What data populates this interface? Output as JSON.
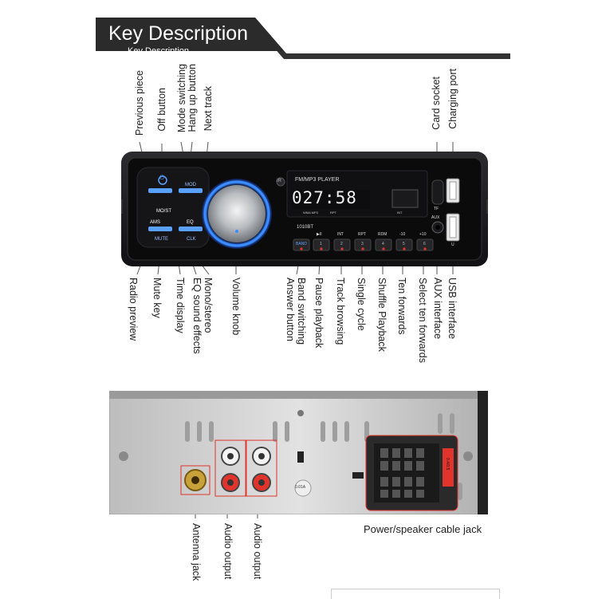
{
  "header": {
    "title": "Key Description",
    "subtitle": "Key Description"
  },
  "front_labels_top": [
    "Previous piece",
    "Off button",
    "Mode switching",
    "Hang up button",
    "Next track",
    "Card socket",
    "Charging port"
  ],
  "front_labels_bottom": [
    "Radio preview",
    "Mute key",
    "Time display",
    "EQ sound effects",
    "Mono/stereo",
    "Volume knob",
    "Answer button",
    "Band switching",
    "Pause playback",
    "Track browsing",
    "Single cycle",
    "Shuffle Playback",
    "Ten forwards",
    "Select ten forwards",
    "AUX interface",
    "USB interface"
  ],
  "device": {
    "button_labels": [
      "MOD",
      "MO/ST",
      "AMS",
      "EQ",
      "MUTE",
      "CLK",
      "BAND"
    ],
    "lcd_title": "FM/MP3 PLAYER",
    "lcd_digits": "027:58",
    "model": "1010BT",
    "lcd_small": [
      "WMA MP3",
      "RPT",
      "INT"
    ],
    "preset_labels": [
      "▶II",
      "INT",
      "RPT",
      "RDM",
      "-10",
      "+10"
    ],
    "preset_numbers": [
      "1",
      "2",
      "3",
      "4",
      "5",
      "6"
    ],
    "slot_labels": [
      "TF",
      "AUX",
      "U"
    ],
    "ir": "IR"
  },
  "rear_labels": {
    "antenna": "Antenna jack",
    "audio1": "Audio output",
    "audio2": "Audio output",
    "power": "Power/speaker cable jack"
  },
  "rear_small": [
    "0.4/0.5",
    "0.01A"
  ],
  "colors": {
    "banner": "#2b2b2b",
    "accent_blue": "#3a8cff",
    "red_highlight": "#e0342c"
  }
}
